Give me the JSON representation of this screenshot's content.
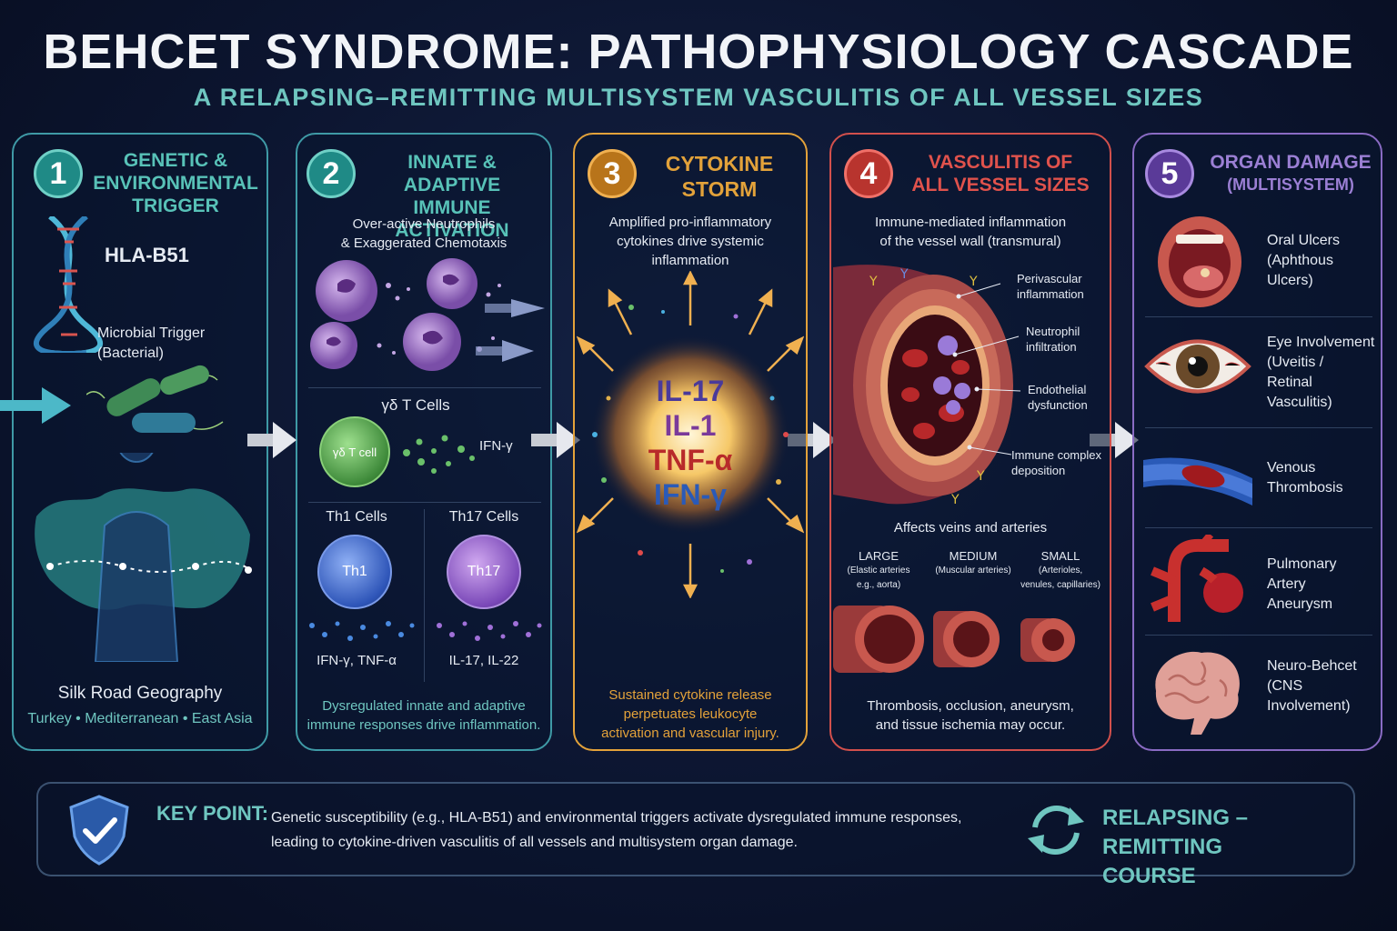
{
  "header": {
    "title": "BEHCET SYNDROME: PATHOPHYSIOLOGY CASCADE",
    "subtitle": "A RELAPSING–REMITTING MULTISYSTEM VASCULITIS OF ALL VESSEL SIZES"
  },
  "panel1": {
    "number": "1",
    "title_l1": "GENETIC &",
    "title_l2": "ENVIRONMENTAL",
    "title_l3": "TRIGGER",
    "gene": "HLA-B51",
    "trigger_l1": "Microbial Trigger",
    "trigger_l2": "(Bacterial)",
    "geo_title": "Silk Road Geography",
    "geo_regions": "Turkey • Mediterranean • East Asia"
  },
  "panel2": {
    "number": "2",
    "title_l1": "INNATE & ADAPTIVE",
    "title_l2": "IMMUNE ACTIVATION",
    "neutro_l1": "Over-active Neutrophils",
    "neutro_l2": "& Exaggerated Chemotaxis",
    "gd_title": "γδ T Cells",
    "gd_cell": "γδ T cell",
    "gd_output": "IFN-γ",
    "th1_title": "Th1 Cells",
    "th1_cell": "Th1",
    "th1_output": "IFN-γ, TNF-α",
    "th17_title": "Th17 Cells",
    "th17_cell": "Th17",
    "th17_output": "IL-17, IL-22",
    "footer_l1": "Dysregulated innate and adaptive",
    "footer_l2": "immune responses drive inflammation."
  },
  "panel3": {
    "number": "3",
    "title_l1": "CYTOKINE",
    "title_l2": "STORM",
    "desc_l1": "Amplified pro-inflammatory",
    "desc_l2": "cytokines drive systemic",
    "desc_l3": "inflammation",
    "cytokines": [
      "IL-17",
      "IL-1",
      "TNF-α",
      "IFN-γ"
    ],
    "footer_l1": "Sustained cytokine release",
    "footer_l2": "perpetuates leukocyte",
    "footer_l3": "activation and vascular injury."
  },
  "panel4": {
    "number": "4",
    "title_l1": "VASCULITIS OF",
    "title_l2": "ALL VESSEL SIZES",
    "desc_l1": "Immune-mediated inflammation",
    "desc_l2": "of the vessel wall (transmural)",
    "labels": [
      {
        "l1": "Perivascular",
        "l2": "inflammation"
      },
      {
        "l1": "Neutrophil",
        "l2": "infiltration"
      },
      {
        "l1": "Endothelial",
        "l2": "dysfunction"
      },
      {
        "l1": "Immune complex",
        "l2": "deposition"
      }
    ],
    "affects": "Affects veins and arteries",
    "sizes": [
      {
        "name": "LARGE",
        "d1": "(Elastic arteries",
        "d2": "e.g., aorta)"
      },
      {
        "name": "MEDIUM",
        "d1": "(Muscular arteries)",
        "d2": ""
      },
      {
        "name": "SMALL",
        "d1": "(Arterioles,",
        "d2": "venules, capillaries)"
      }
    ],
    "footer_l1": "Thrombosis, occlusion, aneurysm,",
    "footer_l2": "and tissue ischemia may occur."
  },
  "panel5": {
    "number": "5",
    "title_l1": "ORGAN DAMAGE",
    "title_l2": "(MULTISYSTEM)",
    "organs": [
      {
        "l1": "Oral Ulcers",
        "l2": "(Aphthous",
        "l3": "Ulcers)"
      },
      {
        "l1": "Eye Involvement",
        "l2": "(Uveitis /",
        "l3": "Retinal",
        "l4": "Vasculitis)"
      },
      {
        "l1": "Venous",
        "l2": "Thrombosis"
      },
      {
        "l1": "Pulmonary",
        "l2": "Artery",
        "l3": "Aneurysm"
      },
      {
        "l1": "Neuro-Behcet",
        "l2": "(CNS",
        "l3": "Involvement)"
      }
    ]
  },
  "keypoint": {
    "label": "KEY POINT:",
    "text_l1": "Genetic susceptibility (e.g., HLA-B51) and environmental triggers activate dysregulated immune responses,",
    "text_l2": "leading to cytokine-driven vasculitis of all vessels and multisystem organ damage.",
    "course_l1": "RELAPSING – REMITTING",
    "course_l2": "COURSE"
  },
  "colors": {
    "teal": "#58c2b8",
    "gold": "#e3a23a",
    "red": "#e0524c",
    "purple": "#9b7fd4"
  }
}
